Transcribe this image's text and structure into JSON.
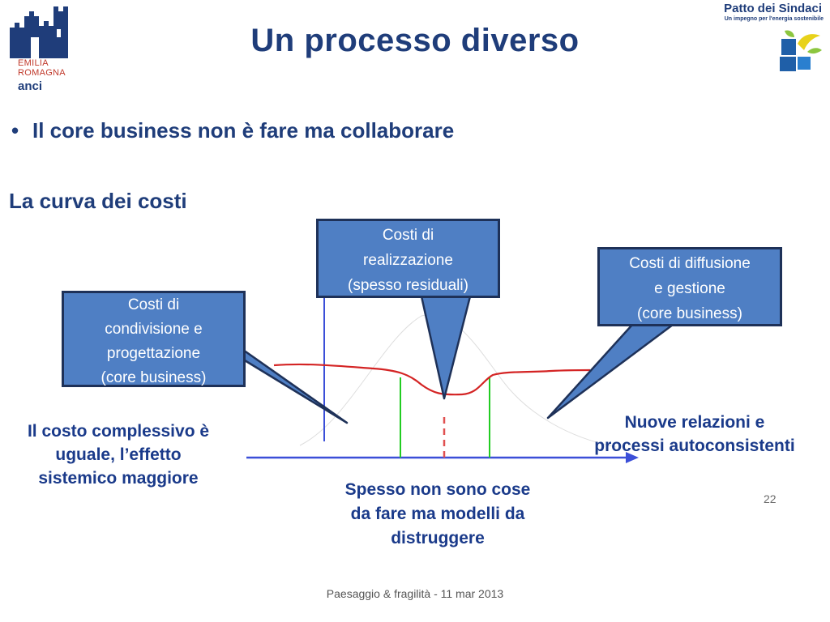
{
  "title": "Un processo diverso",
  "bullet": "Il core business non è fare ma collaborare",
  "subtitle": "La curva dei costi",
  "logos": {
    "left": {
      "lines": [
        "EMILIA",
        "ROMAGNA"
      ],
      "anci": "anci",
      "color_red": "#c0392b",
      "color_blue": "#1f3d7a"
    },
    "right": {
      "title": "Patto dei Sindaci",
      "subtitle": "Un impegno per l'energia sostenibile"
    }
  },
  "callouts": {
    "left": [
      "Costi di",
      "condivisione e",
      "progettazione",
      "(core business)"
    ],
    "middle": [
      "Costi di",
      "realizzazione",
      "(spesso residuali)"
    ],
    "right": [
      "Costi di diffusione",
      "e gestione",
      "(core business)"
    ]
  },
  "notes": {
    "left": [
      "Il costo complessivo è",
      "uguale, l’effetto",
      "sistemico maggiore"
    ],
    "right": [
      "Nuove relazioni e",
      "processi autoconsistenti"
    ],
    "bottom": [
      "Spesso non sono cose",
      "da fare ma modelli da",
      "distruggere"
    ]
  },
  "page_number": "22",
  "footer": "Paesaggio & fragilità - 11 mar 2013",
  "colors": {
    "title": "#1f3d7a",
    "callout_fill": "#4f7fc4",
    "callout_border": "#1e3158",
    "curve": "#d42424",
    "axis": "#3b4fd8",
    "green_lines": "#22cc22",
    "dashed": "#e05050"
  }
}
